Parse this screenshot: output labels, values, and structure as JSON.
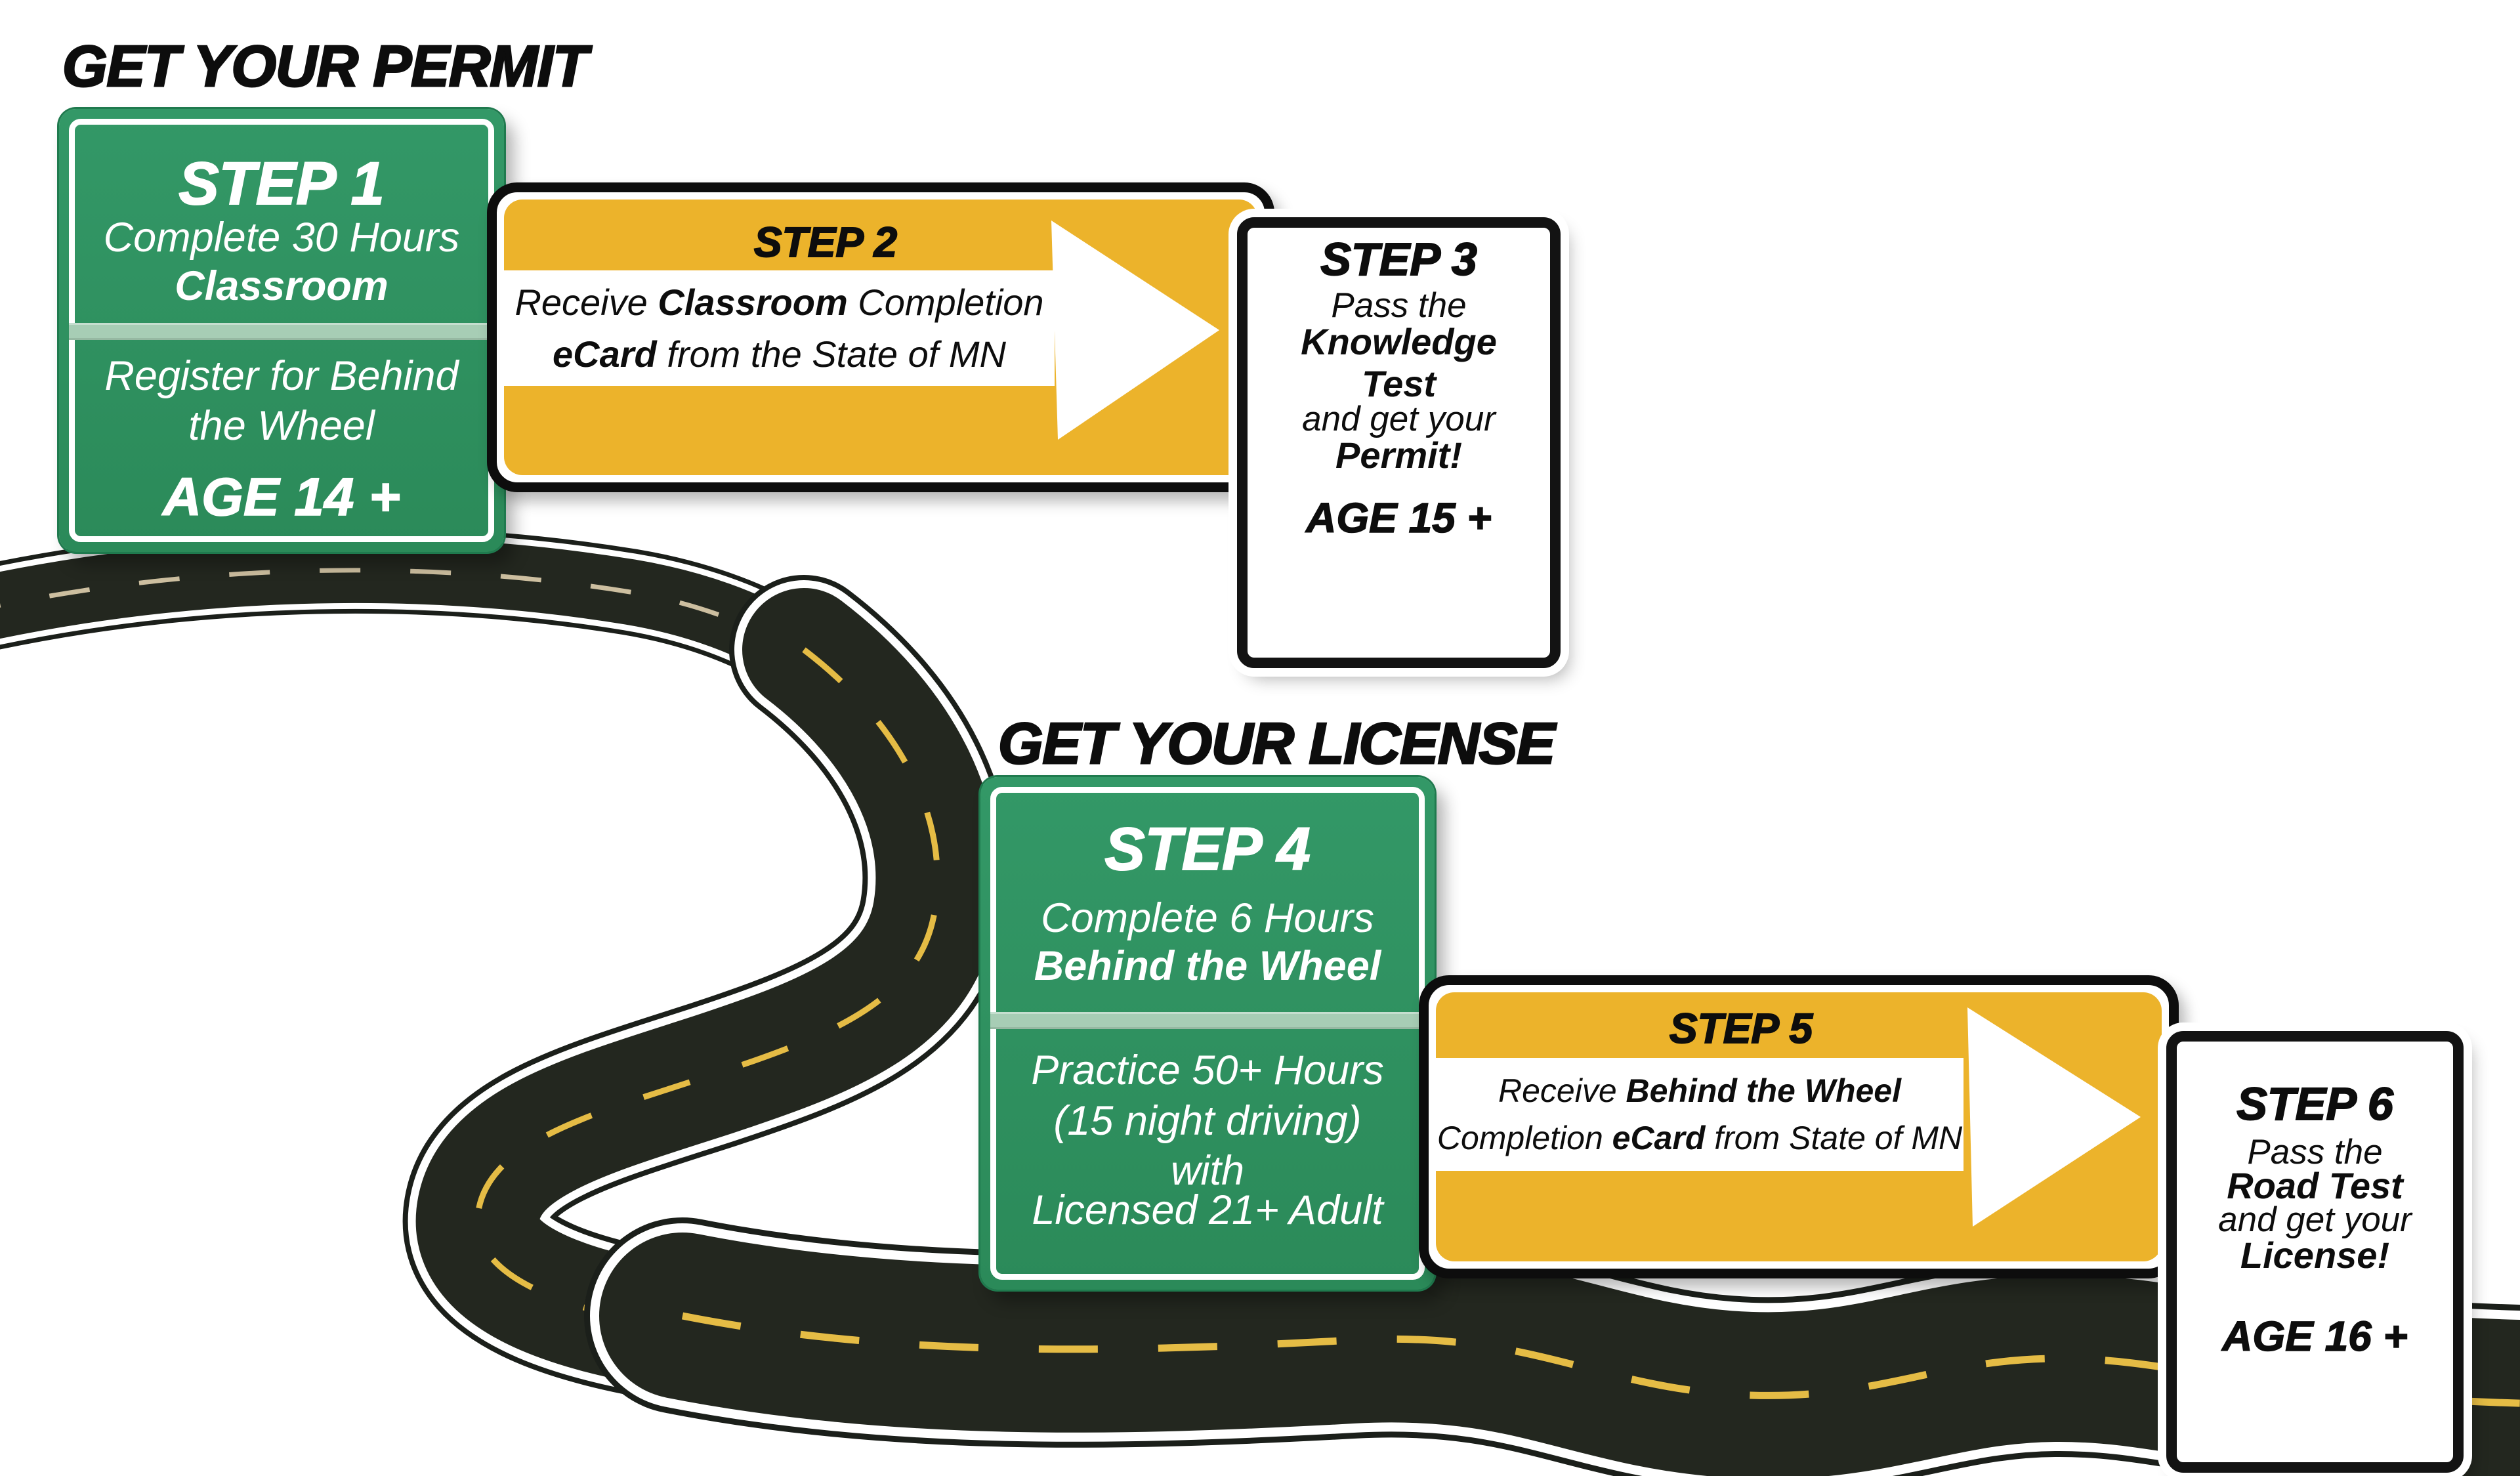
{
  "sections": {
    "permit": {
      "heading": "GET YOUR PERMIT"
    },
    "license": {
      "heading": "GET YOUR LICENSE"
    }
  },
  "steps": {
    "step1": {
      "title": "STEP 1",
      "line1": "Complete 30 Hours",
      "line2": "Classroom",
      "line3": "Register for Behind",
      "line4": "the Wheel",
      "age": "AGE 14 +"
    },
    "step2": {
      "title": "STEP 2",
      "line1_pre": "Receive ",
      "line1_bold": "Classroom",
      "line1_post": " Completion",
      "line2_bold": "eCard",
      "line2_post": " from the State of MN"
    },
    "step3": {
      "title": "STEP 3",
      "line1": "Pass the",
      "line2": "Knowledge",
      "line3": "Test",
      "line4": "and get your",
      "line5": "Permit!",
      "age": "AGE 15 +"
    },
    "step4": {
      "title": "STEP 4",
      "line1": "Complete 6 Hours",
      "line2": "Behind the Wheel",
      "line3": "Practice 50+ Hours",
      "line4": "(15 night driving)",
      "line5": "with",
      "line6": "Licensed 21+ Adult"
    },
    "step5": {
      "title": "STEP 5",
      "line1_pre": "Receive ",
      "line1_bold": "Behind the Wheel",
      "line2_pre": "Completion ",
      "line2_bold": "eCard",
      "line2_post": " from State of MN"
    },
    "step6": {
      "title": "STEP 6",
      "line1": "Pass the",
      "line2": "Road Test",
      "line3": "and get your",
      "line4": "License!",
      "age": "AGE 16 +"
    }
  },
  "colors": {
    "sign_green": "#2F9162",
    "sign_green_border": "#1F7A4E",
    "sign_divider_green": "#A7CDB5",
    "banner_yellow": "#ECB32B",
    "ink_black": "#0D0D0D",
    "road_asphalt": "#23271F",
    "road_edge_white": "#FFFFFF",
    "road_dash_yellow": "#E5BC45",
    "road_dash_far": "#CDBFA0",
    "background": "#FFFFFF"
  }
}
